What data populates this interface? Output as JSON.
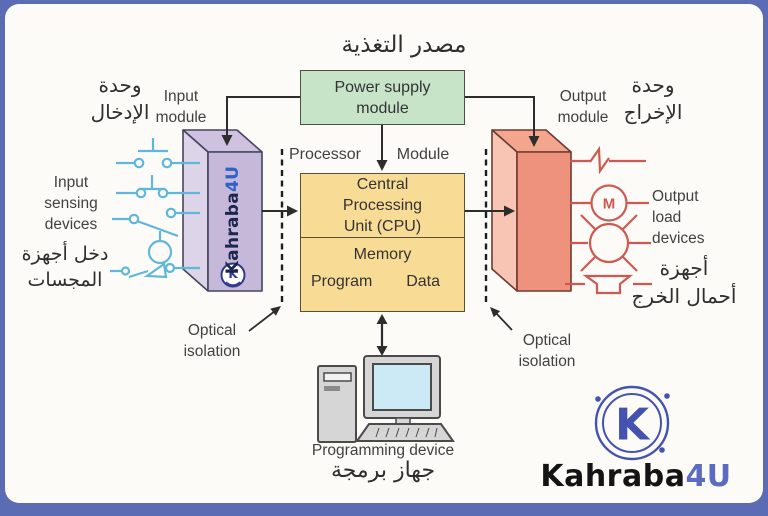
{
  "colors": {
    "frame_border": "#5b6cb5",
    "canvas": "#fcfbf8",
    "power_supply_fill": "#c7e3c8",
    "cpu_memory_fill": "#f8dc96",
    "input_module_fill": "#c5b8d8",
    "output_module_fill": "#ee927e",
    "input_symbols": "#5fb7d9",
    "output_symbols": "#cf5950",
    "diagram_lines": "#2d2d2d",
    "logo_blue": "#4553b0"
  },
  "title_ar": "مصدر التغذية",
  "power_supply": {
    "label": "Power supply\nmodule"
  },
  "processor_module": {
    "processor": "Processor",
    "module": "Module"
  },
  "cpu": {
    "label": "Central\nProcessing\nUnit (CPU)"
  },
  "memory": {
    "title": "Memory",
    "program": "Program",
    "data": "Data"
  },
  "input_module": {
    "en": "Input\nmodule",
    "ar": "وحدة\nالإدخال"
  },
  "output_module": {
    "en": "Output\nmodule",
    "ar": "وحدة\nالإخراج"
  },
  "input_devices": {
    "en": "Input\nsensing\ndevices",
    "ar": "دخل أجهزة\nالمجسات"
  },
  "output_devices": {
    "en": "Output\nload\ndevices",
    "ar": "أجهزة\nأحمال الخرج",
    "motor_letter": "M"
  },
  "optical_isolation_left": "Optical\nisolation",
  "optical_isolation_right": "Optical\nisolation",
  "programming_device": {
    "en": "Programming device",
    "ar": "جهاز برمجة"
  },
  "logo": {
    "brand": "Kahraba",
    "suffix": "4U",
    "k": "K"
  },
  "watermark": {
    "brand": "Kahraba",
    "suffix": "4U"
  }
}
